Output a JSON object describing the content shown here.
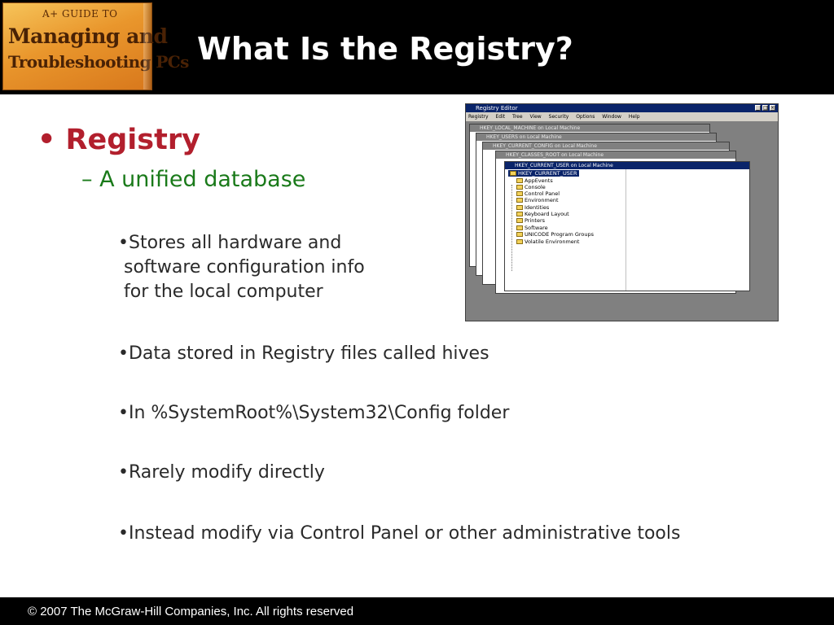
{
  "header": {
    "logo": {
      "line1": "A+ GUIDE TO",
      "line2": "Managing and",
      "line3": "Troubleshooting PCs"
    },
    "title": "What Is the Registry?"
  },
  "content": {
    "main_bullet": "• Registry",
    "sub_bullet": "– A unified database",
    "points": [
      {
        "lines": [
          "•Stores all hardware and",
          " software configuration info",
          " for the local computer"
        ]
      },
      {
        "lines": [
          "•Data stored in Registry files called hives"
        ]
      },
      {
        "lines": [
          "•In %SystemRoot%\\System32\\Config folder"
        ]
      },
      {
        "lines": [
          "•Rarely modify directly"
        ]
      },
      {
        "lines": [
          "•Instead modify via Control Panel or other administrative tools"
        ]
      }
    ]
  },
  "registry_editor": {
    "title": "Registry Editor",
    "menu": [
      "Registry",
      "Edit",
      "Tree",
      "View",
      "Security",
      "Options",
      "Window",
      "Help"
    ],
    "windows": [
      "HKEY_LOCAL_MACHINE on Local Machine",
      "HKEY_USERS on Local Machine",
      "HKEY_CURRENT_CONFIG on Local Machine",
      "HKEY_CLASSES_ROOT on Local Machine",
      "HKEY_CURRENT_USER on Local Machine"
    ],
    "tree_root": "HKEY_CURRENT_USER",
    "tree_items": [
      "AppEvents",
      "Console",
      "Control Panel",
      "Environment",
      "Identities",
      "Keyboard Layout",
      "Printers",
      "Software",
      "UNICODE Program Groups",
      "Volatile Environment"
    ]
  },
  "footer": {
    "copyright": "© 2007 The McGraw-Hill Companies, Inc. All rights reserved"
  },
  "colors": {
    "header_bg": "#000000",
    "title_text": "#ffffff",
    "main_bullet": "#b21f2d",
    "sub_bullet": "#1a7a1a",
    "body_text": "#2a2a2a"
  }
}
